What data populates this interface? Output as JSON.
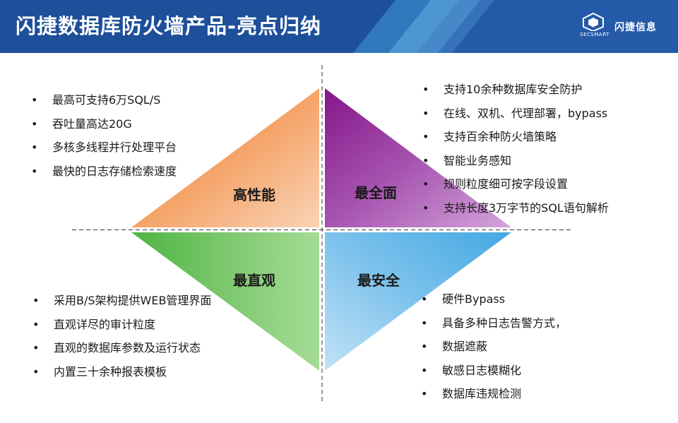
{
  "header": {
    "title": "闪捷数据库防火墙产品-亮点归纳",
    "logo_en": "SECSMART",
    "logo_cn": "闪捷信息"
  },
  "colors": {
    "header_bg": "#1d4f9a",
    "orange": "#f08030",
    "purple": "#8a1e8e",
    "green": "#5aba4a",
    "blue": "#4eaee6"
  },
  "quadrants": {
    "top_left": {
      "label": "高性能",
      "items": [
        "最高可支持6万SQL/S",
        "吞吐量高达20G",
        "多核多线程并行处理平台",
        "最快的日志存储检索速度"
      ]
    },
    "top_right": {
      "label": "最全面",
      "items": [
        "支持10余种数据库安全防护",
        "在线、双机、代理部署，bypass",
        "支持百余种防火墙策略",
        "智能业务感知",
        "规则粒度细可按字段设置",
        "支持长度3万字节的SQL语句解析"
      ]
    },
    "bottom_left": {
      "label": "最直观",
      "items": [
        "采用B/S架构提供WEB管理界面",
        "直观详尽的审计粒度",
        "直观的数据库参数及运行状态",
        "内置三十余种报表模板"
      ]
    },
    "bottom_right": {
      "label": "最安全",
      "items": [
        "硬件Bypass",
        "具备多种日志告警方式，",
        "数据遮蔽",
        "敏感日志模糊化",
        "数据库违规检测"
      ]
    }
  }
}
